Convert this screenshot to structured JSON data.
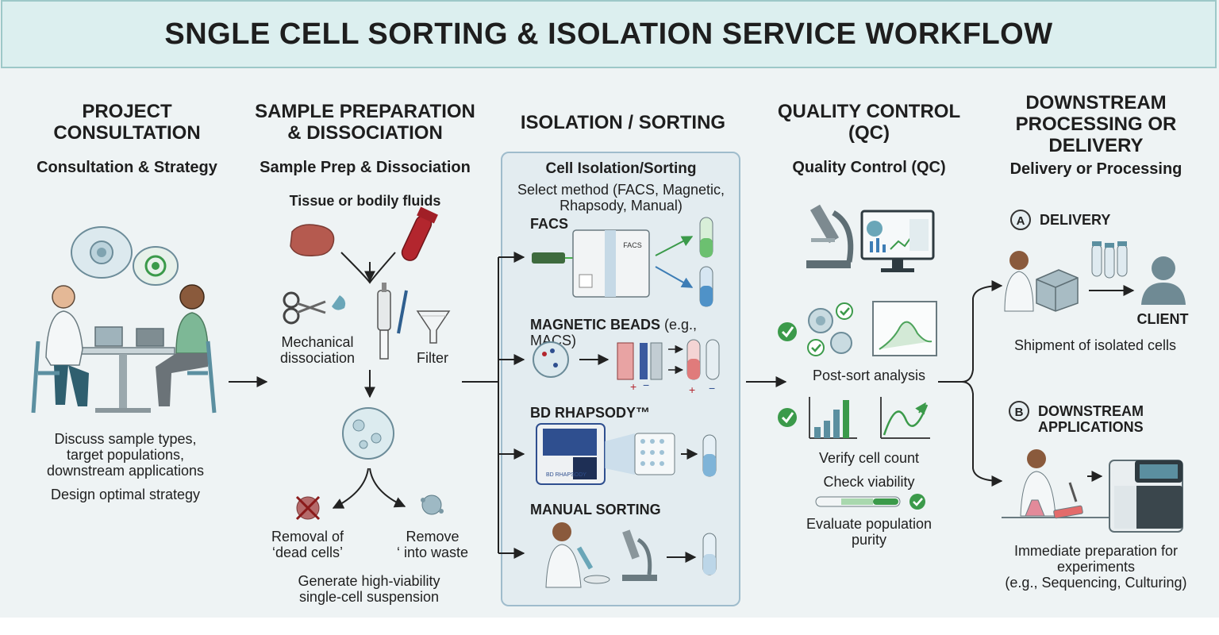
{
  "title": "SNGLE CELL SORTING & ISOLATION SERVICE WORKFLOW",
  "stages": {
    "consultation": {
      "title_line1": "PROJECT",
      "title_line2": "CONSULTATION",
      "subtitle": "Consultation & Strategy",
      "desc_line1": "Discuss sample types,",
      "desc_line2": "target populations,",
      "desc_line3": "downstream applications",
      "desc2": "Design optimal strategy"
    },
    "preparation": {
      "title_line1": "SAMPLE PREPARATION",
      "title_line2": "& DISSOCIATION",
      "subtitle": "Sample Prep & Dissociation",
      "source_label": "Tissue or bodily fluids",
      "mechanical_line1": "Mechanical",
      "mechanical_line2": "dissociation",
      "filter_label": "Filter",
      "removal_line1": "Removal of",
      "removal_line2": "‘dead cells’",
      "waste_line1": "Remove",
      "waste_line2": "‘ into waste",
      "result_line1": "Generate high-viability",
      "result_line2": "single-cell suspension"
    },
    "isolation": {
      "title": "ISOLATION / SORTING",
      "panel_title": "Cell Isolation/Sorting",
      "panel_desc_line1": "Select method (FACS, Magnetic,",
      "panel_desc_line2": "Rhapsody, Manual)",
      "facs_label": "FACS",
      "facs_device_label": "FACS",
      "magnetic_label": "MAGNETIC BEADS",
      "magnetic_note": "(e.g., MACS)",
      "rhapsody_label": "BD RHAPSODY™",
      "rhapsody_device_label": "BD RHAPSODY",
      "manual_label": "MANUAL SORTING"
    },
    "qc": {
      "title_line1": "QUALITY CONTROL",
      "title_line2": "(QC)",
      "subtitle": "Quality Control (QC)",
      "post_sort": "Post-sort analysis",
      "verify_count": "Verify cell count",
      "check_viability": "Check viability",
      "purity_line1": "Evaluate population",
      "purity_line2": "purity"
    },
    "downstream": {
      "title_line1": "DOWNSTREAM",
      "title_line2": "PROCESSING OR",
      "title_line3": "DELIVERY",
      "subtitle": "Delivery or Processing",
      "option_a_letter": "A",
      "option_a_label": "DELIVERY",
      "client_label": "CLIENT",
      "shipment": "Shipment of isolated cells",
      "option_b_letter": "B",
      "option_b_line1": "DOWNSTREAM",
      "option_b_line2": "APPLICATIONS",
      "prep_line1": "Immediate preparation for",
      "prep_line2": "experiments",
      "prep_line3": "(e.g., Sequencing, Culturing)"
    }
  },
  "colors": {
    "title_bg": "#dcefef",
    "page_bg": "#eef3f4",
    "panel_bg": "#e3ecf0",
    "check_green": "#3b9a4a",
    "blood_red": "#b3262e",
    "lab_blue": "#2f4f8f",
    "arrow": "#222222"
  },
  "icons": [
    "consult-people-icon",
    "target-bubble-icon",
    "cell-bubble-icon",
    "tissue-icon",
    "blood-tube-icon",
    "scissors-icon",
    "pipette-icon",
    "filter-funnel-icon",
    "cell-suspension-icon",
    "dead-cell-icon",
    "waste-icon",
    "facs-machine-icon",
    "magnetic-column-icon",
    "rhapsody-machine-icon",
    "microscope-icon",
    "monitor-icon",
    "bar-chart-icon",
    "curve-chart-icon",
    "check-icon",
    "box-icon",
    "client-icon",
    "sequencer-icon"
  ]
}
